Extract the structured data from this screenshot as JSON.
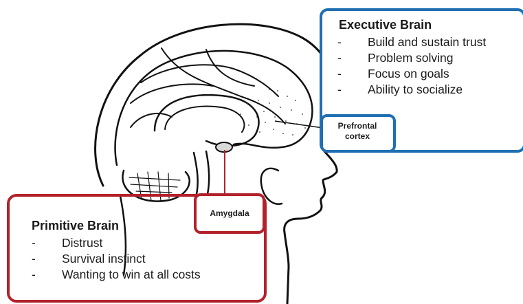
{
  "executive_brain": {
    "title": "Executive Brain",
    "items": [
      "Build and sustain trust",
      "Problem solving",
      "Focus on goals",
      "Ability to socialize"
    ]
  },
  "primitive_brain": {
    "title": "Primitive Brain",
    "items": [
      "Distrust",
      "Survival instinct",
      "Wanting to win at all costs"
    ]
  },
  "labels": {
    "amygdala": "Amygdala",
    "prefrontal_line1": "Prefrontal",
    "prefrontal_line2": "cortex"
  },
  "bullet_marker": "-",
  "colors": {
    "executive_border": "#1f6fb2",
    "primitive_border": "#b3222b",
    "line_art": "#111111"
  }
}
